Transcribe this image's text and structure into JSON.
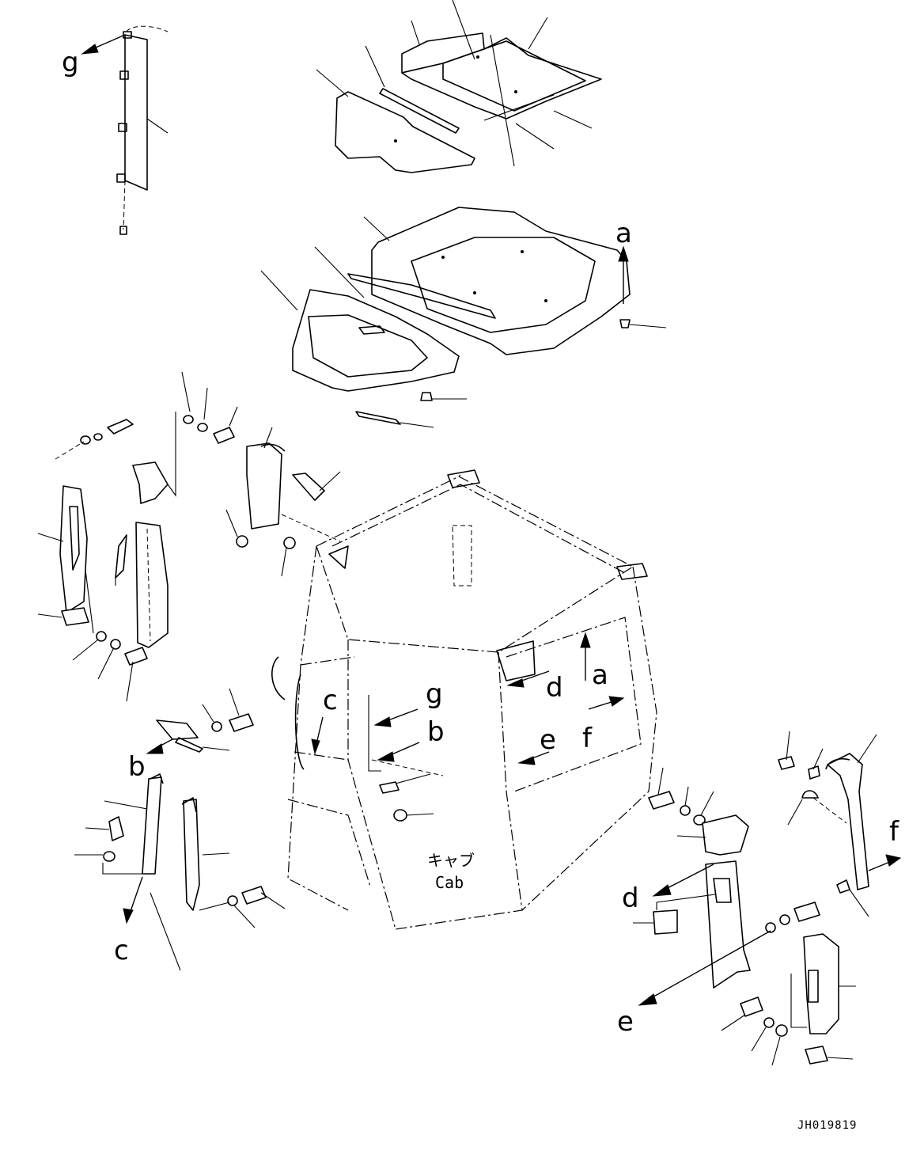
{
  "diagram": {
    "drawing_code": "JH019819",
    "cab_label_jp": "キャブ",
    "cab_label_en": "Cab",
    "reference_labels": {
      "a_top": "a",
      "a_cab": "a",
      "b_cab": "b",
      "b_left": "b",
      "c_cab": "c",
      "c_left": "c",
      "d_cab": "d",
      "d_right": "d",
      "e_cab": "e",
      "e_right": "e",
      "f_cab": "f",
      "f_right": "f",
      "g_cab": "g",
      "g_left": "g"
    }
  }
}
